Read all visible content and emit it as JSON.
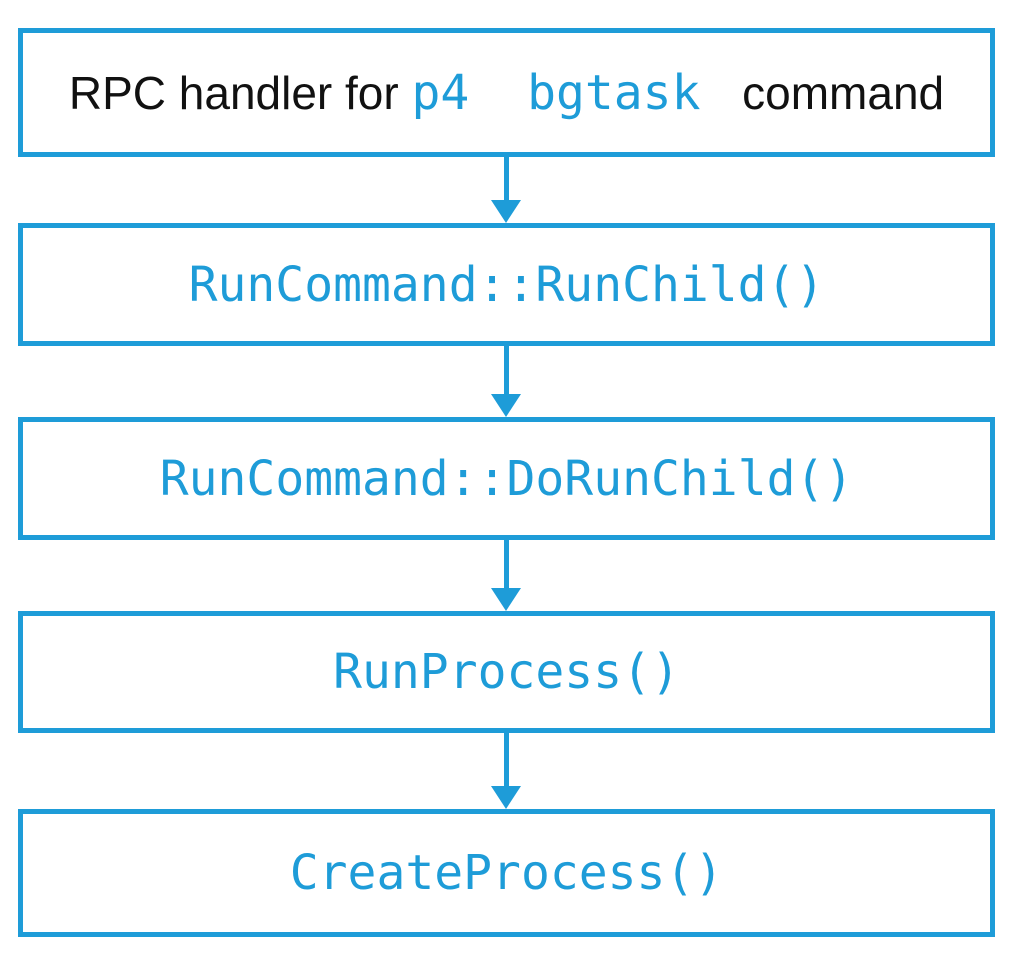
{
  "flowchart": {
    "accent_color": "#1E9CD8",
    "text_color": "#111111",
    "background_color": "#FFFFFF",
    "title_box": {
      "prefix": "RPC handler for ",
      "code": "p4  bgtask ",
      "suffix": " command"
    },
    "nodes": [
      {
        "label": "RunCommand::RunChild()"
      },
      {
        "label": "RunCommand::DoRunChild()"
      },
      {
        "label": "RunProcess()"
      },
      {
        "label": "CreateProcess()"
      }
    ]
  }
}
